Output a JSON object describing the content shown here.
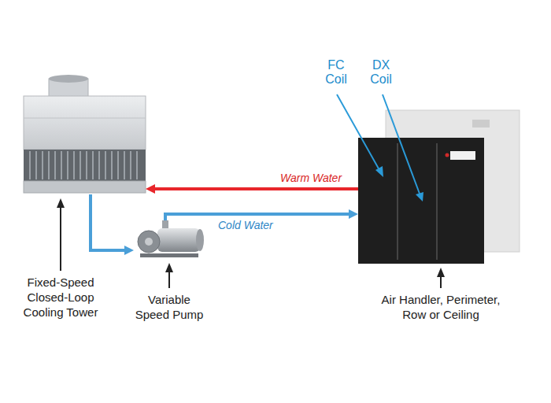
{
  "diagram": {
    "nodes": [
      {
        "text": [
          "Fixed-Speed Closed-Loop Cooling Tower"
        ]
      },
      {
        "text": [
          "Variable Speed Pump"
        ]
      },
      {
        "text": [
          "Air Handler, Perimeter, Row or Ceiling"
        ]
      }
    ],
    "edges": [
      {
        "from": 2,
        "to": 0,
        "arrow": "to",
        "label": "Warm Water"
      },
      {
        "from": 0,
        "to": 1,
        "arrow": "to"
      },
      {
        "from": 1,
        "to": 2,
        "arrow": "to",
        "label": "Cold Water"
      }
    ],
    "labels": [
      "FC Coil",
      "DX Coil"
    ]
  }
}
